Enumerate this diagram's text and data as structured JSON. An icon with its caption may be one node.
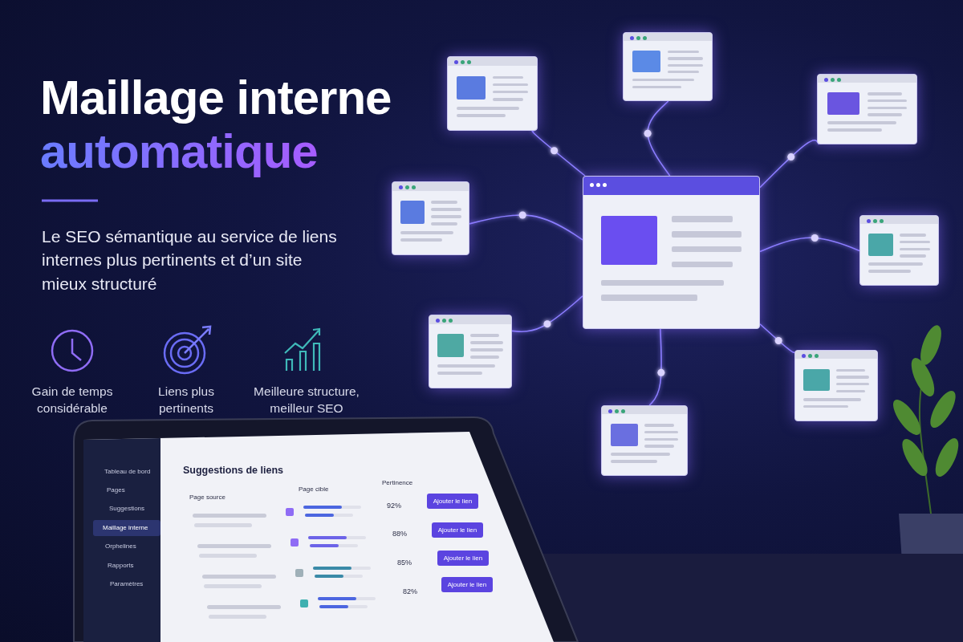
{
  "diagram": {
    "title": "Maillage interne automatique",
    "nodes": [
      {
        "text": [],
        "shape": "box"
      },
      {
        "text": [],
        "shape": "box"
      },
      {
        "text": [],
        "shape": "box"
      },
      {
        "text": [],
        "shape": "box"
      },
      {
        "text": [],
        "shape": "box"
      },
      {
        "text": [],
        "shape": "box"
      },
      {
        "text": [],
        "shape": "box"
      },
      {
        "text": [],
        "shape": "box"
      },
      {
        "text": [],
        "shape": "box"
      }
    ],
    "edges": [
      {
        "from": 4,
        "to": 0,
        "arrow": "none"
      },
      {
        "from": 4,
        "to": 1,
        "arrow": "none"
      },
      {
        "from": 4,
        "to": 2,
        "arrow": "none"
      },
      {
        "from": 4,
        "to": 3,
        "arrow": "none"
      },
      {
        "from": 4,
        "to": 5,
        "arrow": "none"
      },
      {
        "from": 4,
        "to": 6,
        "arrow": "none"
      },
      {
        "from": 4,
        "to": 7,
        "arrow": "none"
      },
      {
        "from": 4,
        "to": 8,
        "arrow": "none"
      }
    ],
    "labels": [
      "Le SEO sémantique au service de liens internes plus pertinents et d’un site mieux structuré",
      "Gain de temps considérable",
      "Liens plus pertinents",
      "Meilleure structure, meilleur SEO",
      "Tableau de bord",
      "Pages",
      "Suggestions",
      "Maillage interne",
      "Orphelines",
      "Rapports",
      "Paramètres",
      "Suggestions de liens",
      "Page source",
      "Page cible",
      "Pertinence",
      "92%",
      "Ajouter le lien",
      "88%",
      "Ajouter le lien",
      "85%",
      "Ajouter le lien",
      "82%",
      "Ajouter le lien"
    ]
  }
}
